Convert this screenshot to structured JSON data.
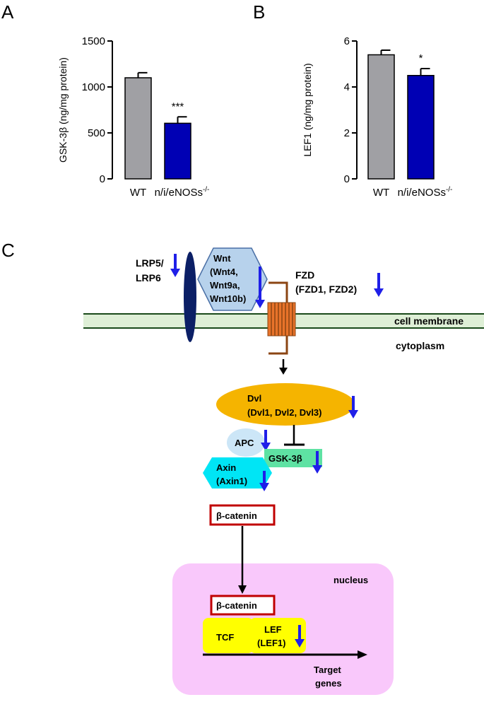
{
  "panels": {
    "a": "A",
    "b": "B",
    "c": "C"
  },
  "colors": {
    "wt": "#a0a0a4",
    "ko": "#0000b4",
    "down_arrow": "#1f1fe8"
  },
  "chart_data": [
    {
      "type": "bar",
      "categories": [
        "WT",
        "n/i/eNOSs-/-"
      ],
      "category_parts": [
        {
          "base": "WT",
          "sup": ""
        },
        {
          "base": "n/i/eNOSs",
          "sup": "-/-"
        }
      ],
      "values": [
        1100,
        605
      ],
      "errors": [
        55,
        70
      ],
      "significance": [
        "",
        "***"
      ],
      "ylabel": "GSK-3β (ng/mg protein)",
      "ylim": [
        0,
        1500
      ],
      "yticks": [
        "0",
        "500",
        "1000",
        "1500"
      ],
      "ytick_values": [
        0,
        500,
        1000,
        1500
      ]
    },
    {
      "type": "bar",
      "categories": [
        "WT",
        "n/i/eNOSs-/-"
      ],
      "category_parts": [
        {
          "base": "WT",
          "sup": ""
        },
        {
          "base": "n/i/eNOSs",
          "sup": "-/-"
        }
      ],
      "values": [
        5.4,
        4.5
      ],
      "errors": [
        0.2,
        0.3
      ],
      "significance": [
        "",
        "*"
      ],
      "ylabel": "LEF1 (ng/mg protein)",
      "ylim": [
        0,
        6
      ],
      "yticks": [
        "0",
        "2",
        "4",
        "6"
      ],
      "ytick_values": [
        0,
        2,
        4,
        6
      ]
    }
  ],
  "diagram": {
    "lrp_line1": "LRP5/",
    "lrp_line2": "LRP6",
    "wnt_lines": [
      "Wnt",
      "(Wnt4,",
      "Wnt9a,",
      "Wnt10b)"
    ],
    "fzd_line1": "FZD",
    "fzd_line2": "(FZD1, FZD2)",
    "cell_membrane": "cell membrane",
    "cytoplasm": "cytoplasm",
    "dvl_line1": "Dvl",
    "dvl_line2": "(Dvl1, Dvl2, Dvl3)",
    "apc": "APC",
    "gsk3b": "GSK-3β",
    "axin_line1": "Axin",
    "axin_line2": "(Axin1)",
    "beta_catenin_cyto": "β-catenin",
    "nucleus": "nucleus",
    "beta_catenin_nuc": "β-catenin",
    "tcf": "TCF",
    "lef_line1": "LEF",
    "lef_line2": "(LEF1)",
    "target_line1": "Target",
    "target_line2": "genes"
  }
}
